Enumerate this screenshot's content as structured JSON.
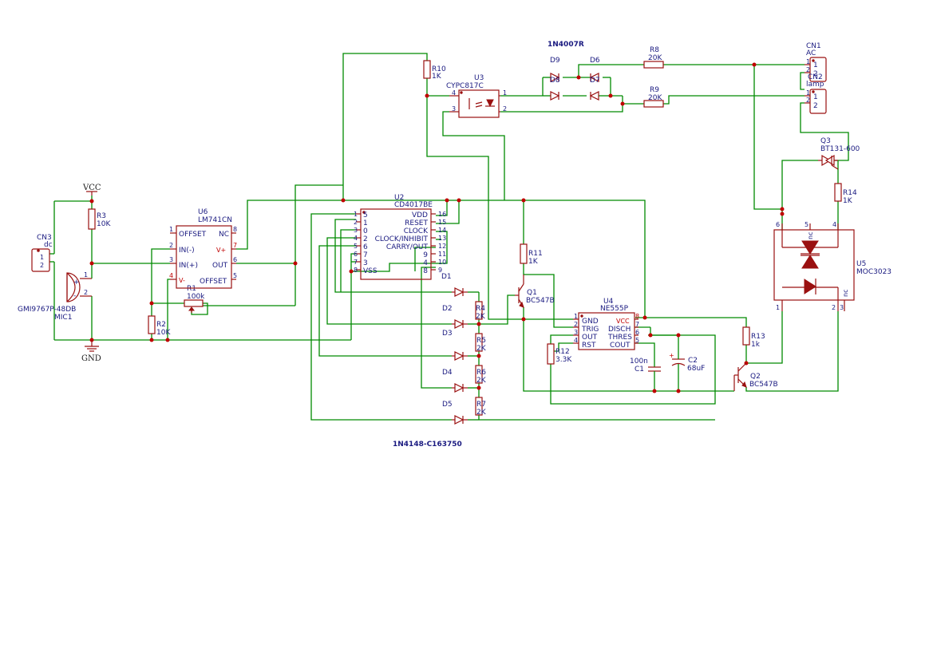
{
  "colors": {
    "wire": "#008a00",
    "symbol": "#9a1010",
    "label": "#1a1a80",
    "junction": "#c00000"
  },
  "power": {
    "vcc": "VCC",
    "gnd": "GND"
  },
  "captions": {
    "rectifier": "1N4007R",
    "signal_diodes": "1N4148-C163750"
  },
  "cn3": {
    "ref": "CN3",
    "value": "dc",
    "p1": "1",
    "p2": "2"
  },
  "mic1": {
    "ref": "MIC1",
    "value": "GMI9767P-48DB",
    "plus": "+",
    "minus": "-",
    "p1": "1",
    "p2": "2"
  },
  "r3": {
    "ref": "R3",
    "value": "10K"
  },
  "r2": {
    "ref": "R2",
    "value": "10K"
  },
  "r1": {
    "ref": "R1",
    "value": "100k"
  },
  "u6": {
    "ref": "U6",
    "value": "LM741CN",
    "offset1": "OFFSET",
    "in_minus": "IN(-)",
    "in_plus": "IN(+)",
    "v_minus": "V-",
    "nc": "NC",
    "v_plus": "V+",
    "out": "OUT",
    "offset2": "OFFSET",
    "p1": "1",
    "p2": "2",
    "p3": "3",
    "p4": "4",
    "p8": "8",
    "p7": "7",
    "p6": "6",
    "p5": "5"
  },
  "u2": {
    "ref": "U2",
    "value": "CD4017BE",
    "left_pins": [
      "1",
      "2",
      "3",
      "4",
      "5",
      "6",
      "7",
      "8"
    ],
    "left_names": [
      "5",
      "1",
      "0",
      "2",
      "6",
      "7",
      "3",
      "VSS"
    ],
    "right_names": [
      "VDD",
      "RESET",
      "CLOCK",
      "CLOCK/INHIBIT",
      "CARRY/OUT",
      "9",
      "4",
      "8"
    ],
    "right_pins": [
      "16",
      "15",
      "14",
      "13",
      "12",
      "11",
      "10",
      "9"
    ]
  },
  "r10": {
    "ref": "R10",
    "value": "1K"
  },
  "u3": {
    "ref": "U3",
    "value": "CYPC817C",
    "p4": "4",
    "p3": "3",
    "p1": "1",
    "p2": "2"
  },
  "diodes_bridge": {
    "d9": "D9",
    "d6": "D6",
    "d8": "D8",
    "d7": "D7"
  },
  "r8": {
    "ref": "R8",
    "value": "20K"
  },
  "r9": {
    "ref": "R9",
    "value": "20K"
  },
  "cn1": {
    "ref": "CN1",
    "value": "AC",
    "p1": "1",
    "p2": "2"
  },
  "cn2": {
    "ref": "CN2",
    "value": "lamp",
    "p1": "1",
    "p2": "2"
  },
  "q3": {
    "ref": "Q3",
    "value": "BT131-600"
  },
  "r14": {
    "ref": "R14",
    "value": "1K"
  },
  "u5": {
    "ref": "U5",
    "value": "MOC3023",
    "p6": "6",
    "p5": "5",
    "p4": "4",
    "p1": "1",
    "p2": "2",
    "p3": "3",
    "nc": "nc"
  },
  "r11": {
    "ref": "R11",
    "value": "1K"
  },
  "q1": {
    "ref": "Q1",
    "value": "BC547B"
  },
  "q2": {
    "ref": "Q2",
    "value": "BC547B"
  },
  "u4": {
    "ref": "U4",
    "value": "NE555P",
    "gnd": "GND",
    "trig": "TRIG",
    "out": "OUT",
    "rst": "RST",
    "vcc": "VCC",
    "disch": "DISCH",
    "thres": "THRES",
    "cout": "COUT",
    "p1": "1",
    "p2": "2",
    "p3": "3",
    "p4": "4",
    "p8": "8",
    "p7": "7",
    "p6": "6",
    "p5": "5"
  },
  "r12": {
    "ref": "R12",
    "value": "3.3K"
  },
  "c1": {
    "ref": "C1",
    "value": "100n"
  },
  "c2": {
    "ref": "C2",
    "value": "68uF",
    "plus": "+"
  },
  "r13": {
    "ref": "R13",
    "value": "1k"
  },
  "signal_diodes": {
    "d1": "D1",
    "d2": "D2",
    "d3": "D3",
    "d4": "D4",
    "d5": "D5"
  },
  "r4": {
    "ref": "R4",
    "value": "2K"
  },
  "r5": {
    "ref": "R5",
    "value": "2K"
  },
  "r6": {
    "ref": "R6",
    "value": "2K"
  },
  "r7": {
    "ref": "R7",
    "value": "2K"
  }
}
